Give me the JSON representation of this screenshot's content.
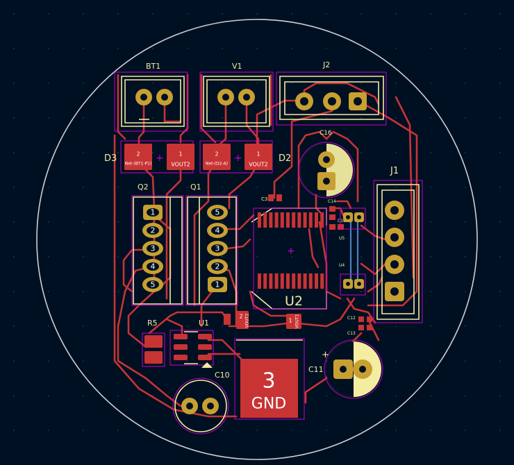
{
  "refs": {
    "bt1": "BT1",
    "v1": "V1",
    "j2": "J2",
    "d3": "D3",
    "d2": "D2",
    "q2": "Q2",
    "q1": "Q1",
    "j1": "J1",
    "c14": "C14",
    "c15": "C15",
    "u5": "U5",
    "u4": "U4",
    "c3": "C3",
    "u2": "U2",
    "r5": "R5",
    "u1": "U1",
    "c10": "C10",
    "c11": "C11",
    "c12": "C12",
    "c13": "C13",
    "c16": "C16"
  },
  "pads": {
    "d3_pad2": "2",
    "d3_pad1": "1",
    "d3_net2": "Net-(BT1-P1)",
    "d3_net1": "VOUT2",
    "d2_pad2": "2",
    "d2_pad1": "1",
    "d2_net2": "Net-(D2-A)",
    "d2_net1": "VOUT2",
    "q1_pins": [
      "5",
      "4",
      "3",
      "2",
      "1"
    ],
    "q2_pins": [
      "1",
      "2",
      "3",
      "4",
      "5"
    ],
    "u2_pad2": "2",
    "u2_pad2_net": "VOUT2",
    "u2_pad1": "1",
    "u2_pad1_net": "VOUT1",
    "big_pad_number": "3",
    "big_pad_net": "GND",
    "c11_plus": "+",
    "plus_sign": "+"
  },
  "colors": {
    "background": "#001023",
    "copper_front": "#c83434",
    "copper_back": "#4d7fc4",
    "silkscreen": "#f2eda1",
    "fab_courtyard": "#c800c8",
    "through_hole": "#c8a032",
    "edge_cuts": "#d0d0d0"
  }
}
